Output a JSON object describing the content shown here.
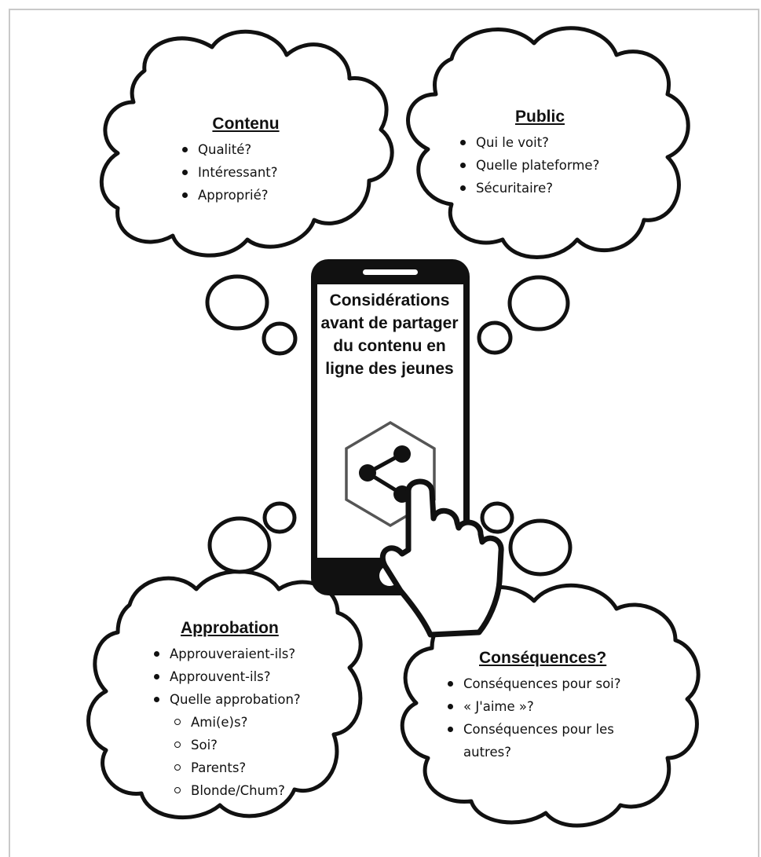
{
  "phone": {
    "title": "Considérations avant de partager du contenu en ligne des jeunes"
  },
  "clouds": {
    "contenu": {
      "title": "Contenu",
      "items": [
        "Qualité?",
        "Intéressant?",
        "Approprié?"
      ]
    },
    "public": {
      "title": "Public",
      "items": [
        "Qui le voit?",
        "Quelle plateforme?",
        "Sécuritaire?"
      ]
    },
    "approbation": {
      "title": "Approbation",
      "items": [
        "Approuveraient-ils?",
        "Approuvent-ils?",
        "Quelle approbation?"
      ],
      "subitems": [
        "Ami(e)s?",
        "Soi?",
        "Parents?",
        "Blonde/Chum?"
      ]
    },
    "consequences": {
      "title": "Conséquences?",
      "items": [
        "Conséquences pour soi?",
        "« J'aime »?",
        "Conséquences pour les autres?"
      ]
    }
  },
  "icons": {
    "share": "share-icon",
    "hand": "pointing-hand-icon"
  },
  "colors": {
    "outline": "#111111",
    "hexagon": "#555555",
    "frame": "#c9c9c9"
  }
}
